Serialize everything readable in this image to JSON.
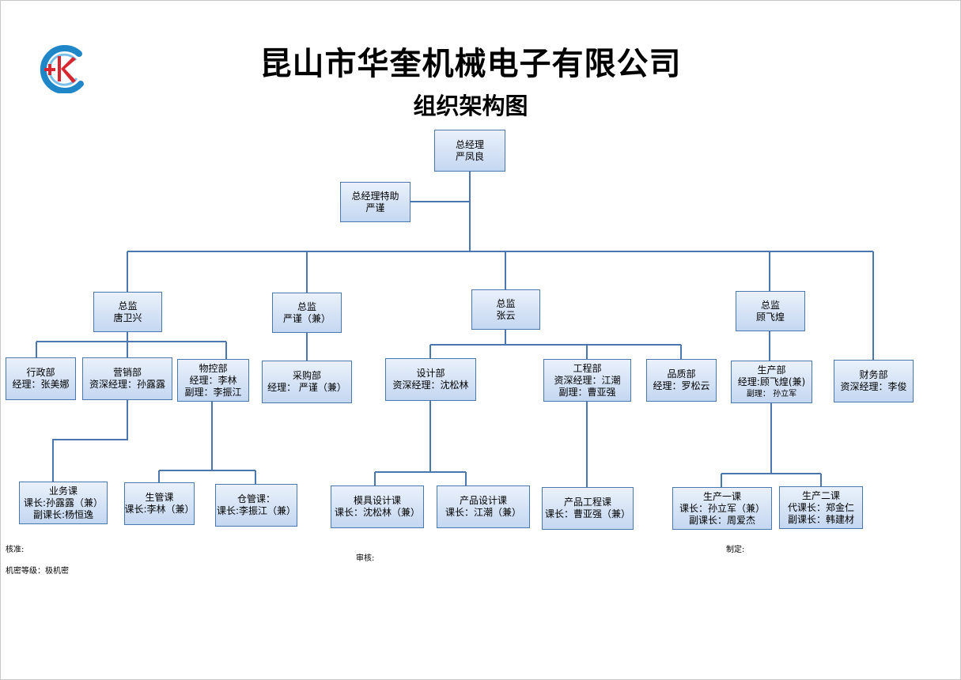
{
  "header": {
    "company": "昆山市华奎机械电子有限公司",
    "subtitle": "组织架构图"
  },
  "colors": {
    "box_border": "#4a78ae",
    "connector": "#4a78ae",
    "logo_blue": "#1f86c8",
    "logo_red": "#d7262f"
  },
  "org": {
    "gm": [
      "总经理",
      "严凤良"
    ],
    "gm_assistant": [
      "总经理特助",
      "严谨"
    ],
    "dir_tang": [
      "总监",
      "唐卫兴"
    ],
    "dir_yan": [
      "总监",
      "严谨（兼）"
    ],
    "dir_zhang": [
      "总监",
      "张云"
    ],
    "dir_gu": [
      "总监",
      "顾飞煌"
    ],
    "admin": [
      "行政部",
      "经理：张美娜"
    ],
    "sales": [
      "营销部",
      "资深经理：孙露露"
    ],
    "logistics": [
      "物控部",
      "经理：李林",
      "副理：李振江"
    ],
    "purchase": [
      "采购部",
      "经理：  严谨（兼）"
    ],
    "design": [
      "设计部",
      "资深经理：沈松林"
    ],
    "engineering": [
      "工程部",
      "资深经理：江潮",
      "副理：曹亚强"
    ],
    "quality": [
      "品质部",
      "经理：罗松云"
    ],
    "production": [
      "生产部",
      "经理:顾飞煌(兼)",
      "副理：  孙立军"
    ],
    "finance": [
      "财务部",
      "资深经理：李俊"
    ],
    "business_sec": [
      "业务课",
      "课长:孙露露（兼）",
      "副课长:杨恒逸"
    ],
    "prod_mgmt_sec": [
      "生管课",
      "课长:李林（兼）"
    ],
    "warehouse_sec": [
      "仓管课：",
      "课长:李振江（兼）"
    ],
    "mold_sec": [
      "模具设计课",
      "课长：沈松林（兼）"
    ],
    "product_design_sec": [
      "产品设计课",
      "课长：江潮（兼）"
    ],
    "product_eng_sec": [
      "产品工程课",
      "课长：曹亚强（兼）"
    ],
    "prod1_sec": [
      "生产一课",
      "课长：孙立军（兼）",
      "副课长：周爱杰"
    ],
    "prod2_sec": [
      "生产二课",
      "代课长：郑金仁",
      "副课长：韩建材"
    ]
  },
  "footer": {
    "approve": "核准:",
    "review": "审核:",
    "prepare": "制定:",
    "confidentiality": "机密等级：极机密"
  }
}
